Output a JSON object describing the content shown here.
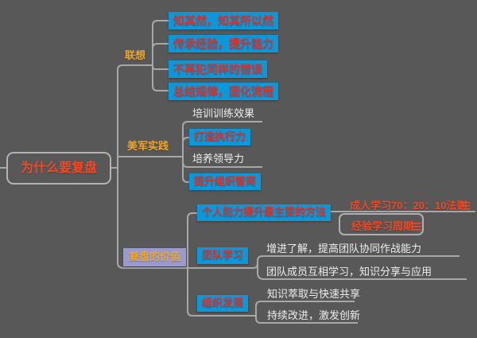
{
  "app": "mind-map-canvas",
  "root": {
    "label": "为什么要复盘"
  },
  "colors": {
    "canvas_bg": "#585858",
    "connector": "#a8a8a8",
    "topic_blue": "#0999da",
    "topic_blue_text": "#d8342c",
    "branch_gold": "#f0a82a",
    "lavender": "#9a9ace",
    "root_text": "#ee4b26",
    "plain_text": "#eeeeee",
    "note_red": "#ea4c2a"
  },
  "icons": {
    "note": "notes-icon"
  },
  "branches": [
    {
      "label": "联想",
      "children": [
        {
          "label": "知其然，知其所以然",
          "style": "blue"
        },
        {
          "label": "传承经验，提升能力",
          "style": "blue"
        },
        {
          "label": "不再犯同样的错误",
          "style": "blue"
        },
        {
          "label": "总结规律，固化流程",
          "style": "blue"
        }
      ]
    },
    {
      "label": "美军实践",
      "children": [
        {
          "label": "培训训练效果",
          "style": "plain"
        },
        {
          "label": "打造执行力",
          "style": "blue"
        },
        {
          "label": "培养领导力",
          "style": "plain"
        },
        {
          "label": "提升组织智商",
          "style": "blue"
        }
      ]
    },
    {
      "label": "复盘的价值",
      "children": [
        {
          "label": "个人能力提升最主要的方法",
          "style": "blue",
          "subtopics": [
            {
              "label": "成人学习70：20：10法则",
              "has_note": true,
              "selected": false
            },
            {
              "label": "经验学习周期",
              "has_note": true,
              "selected": true
            }
          ]
        },
        {
          "label": "团队学习",
          "style": "blue",
          "subtopics": [
            {
              "label": "增进了解，提高团队协同作战能力"
            },
            {
              "label": "团队成员互相学习，知识分享与应用"
            }
          ]
        },
        {
          "label": "组织发展",
          "style": "blue",
          "subtopics": [
            {
              "label": "知识萃取与快速共享"
            },
            {
              "label": "持续改进，激发创新"
            }
          ]
        }
      ]
    }
  ]
}
